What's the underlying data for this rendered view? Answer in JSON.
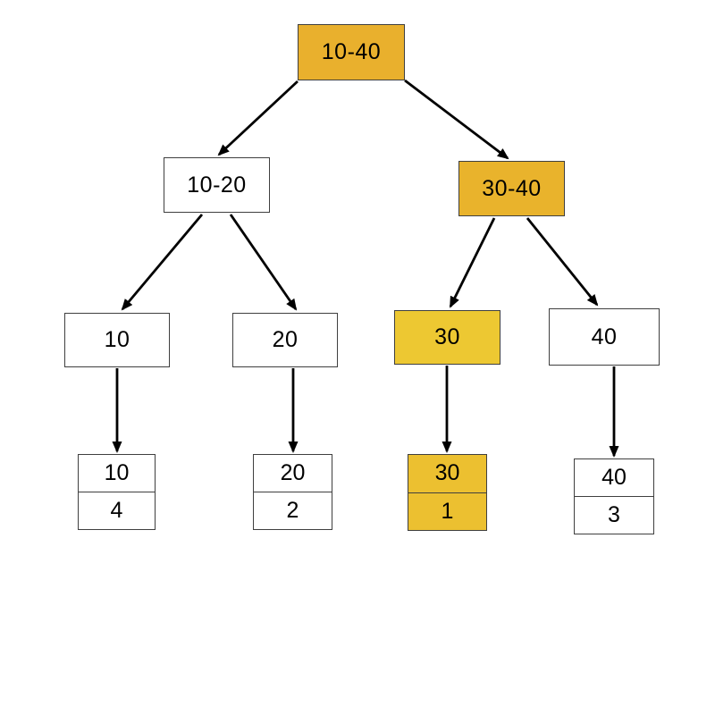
{
  "diagram": {
    "description": "Binary range tree with highlighted search path and leaf count tables",
    "colors": {
      "background": "#ffffff",
      "border": "#3f3f3f",
      "arrow": "#000000",
      "text": "#000000"
    },
    "nodes": [
      {
        "id": "range-10-40",
        "label": "10-40",
        "highlighted": true,
        "fill": "#e9b02d"
      },
      {
        "id": "range-10-20",
        "label": "10-20",
        "highlighted": false,
        "fill": "#ffffff"
      },
      {
        "id": "range-30-40",
        "label": "30-40",
        "highlighted": true,
        "fill": "#e9b32c"
      },
      {
        "id": "key-10",
        "label": "10",
        "highlighted": false,
        "fill": "#ffffff"
      },
      {
        "id": "key-20",
        "label": "20",
        "highlighted": false,
        "fill": "#ffffff"
      },
      {
        "id": "key-30",
        "label": "30",
        "highlighted": true,
        "fill": "#edc832"
      },
      {
        "id": "key-40",
        "label": "40",
        "highlighted": false,
        "fill": "#ffffff"
      }
    ],
    "leaves": [
      {
        "id": "leaf-10",
        "key": "10",
        "value": "4",
        "highlighted": false,
        "fill": "#ffffff"
      },
      {
        "id": "leaf-20",
        "key": "20",
        "value": "2",
        "highlighted": false,
        "fill": "#ffffff"
      },
      {
        "id": "leaf-30",
        "key": "30",
        "value": "1",
        "highlighted": true,
        "fill": "#ecc030"
      },
      {
        "id": "leaf-40",
        "key": "40",
        "value": "3",
        "highlighted": false,
        "fill": "#ffffff"
      }
    ],
    "edges": [
      {
        "from": "range-10-40",
        "to": "range-10-20"
      },
      {
        "from": "range-10-40",
        "to": "range-30-40"
      },
      {
        "from": "range-10-20",
        "to": "key-10"
      },
      {
        "from": "range-10-20",
        "to": "key-20"
      },
      {
        "from": "range-30-40",
        "to": "key-30"
      },
      {
        "from": "range-30-40",
        "to": "key-40"
      },
      {
        "from": "key-10",
        "to": "leaf-10"
      },
      {
        "from": "key-20",
        "to": "leaf-20"
      },
      {
        "from": "key-30",
        "to": "leaf-30"
      },
      {
        "from": "key-40",
        "to": "leaf-40"
      }
    ]
  }
}
